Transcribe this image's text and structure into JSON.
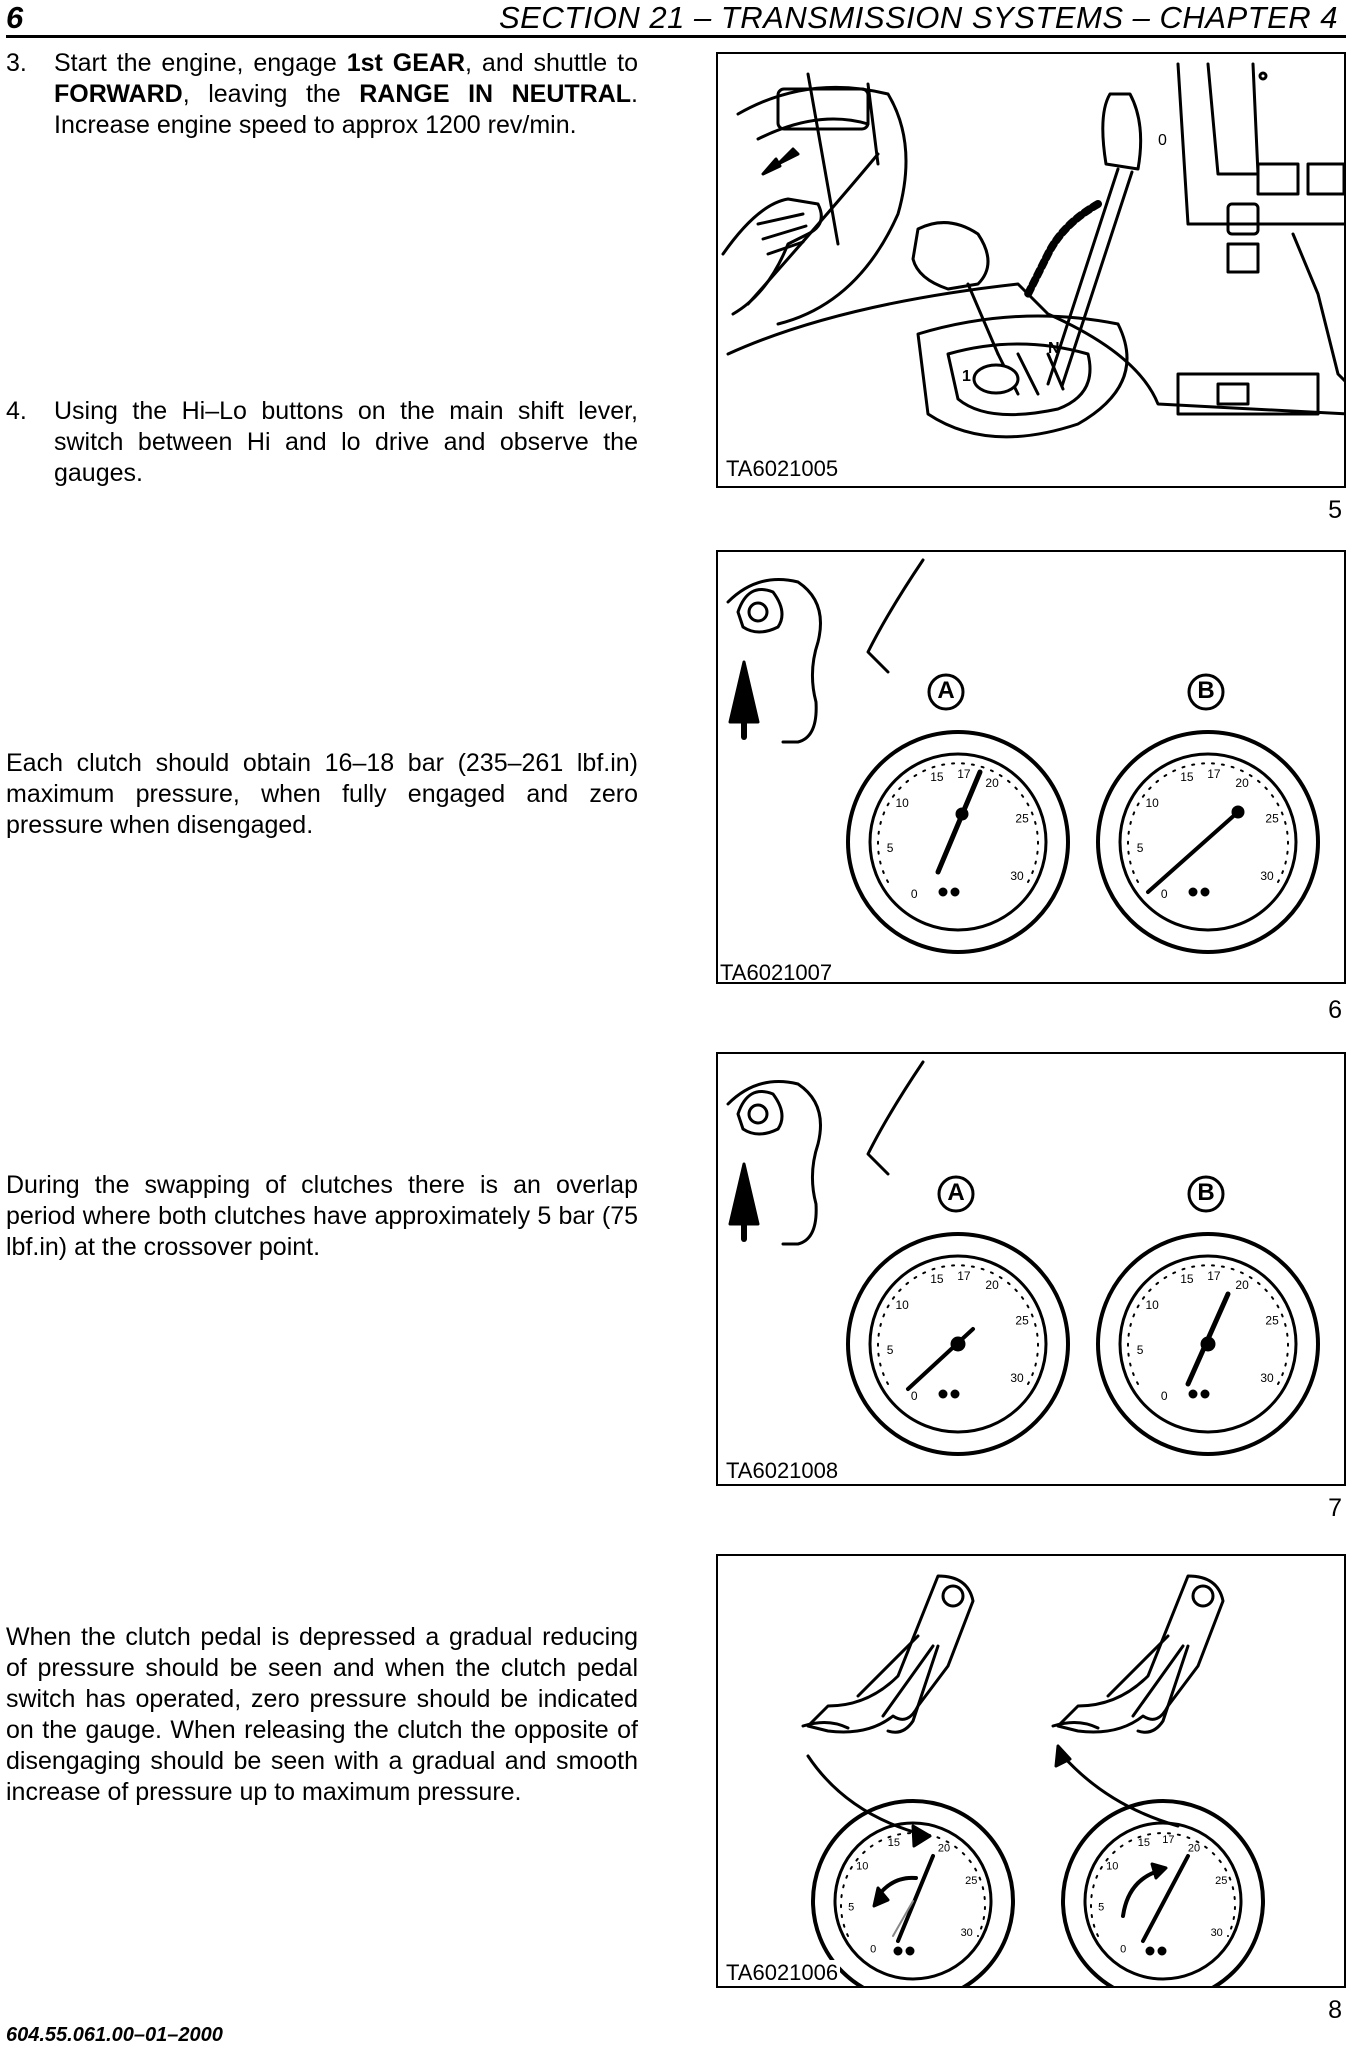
{
  "header": {
    "page_number": "6",
    "title": "SECTION  21 – TRANSMISSION SYSTEMS – CHAPTER 4"
  },
  "step3": {
    "number": "3.",
    "t1": "Start the engine, engage ",
    "b1": "1st GEAR",
    "t2": ", and shuttle to ",
    "b2": "FORWARD",
    "t3": ", leaving the ",
    "b3": "RANGE IN NEUTRAL",
    "t4": ". Increase engine speed to approx 1200 rev/min."
  },
  "step4": {
    "number": "4.",
    "text": "Using the Hi–Lo buttons on the main shift lever, switch between Hi and lo drive and observe the gauges."
  },
  "para_clutch_pressure": "Each clutch should obtain 16–18 bar (235–261 lbf.in) maximum pressure, when fully engaged and zero pressure when disengaged.",
  "para_overlap": "During the swapping of clutches there is an overlap period where both clutches have approximately 5 bar (75 lbf.in) at the crossover point.",
  "para_pedal": "When the clutch pedal is depressed a gradual reducing of pressure should be seen and when the clutch pedal switch has operated, zero pressure should be indicated on the gauge. When releasing the clutch the opposite of disengaging should be seen with a gradual and smooth increase of pressure up to maximum pressure.",
  "figures": [
    {
      "ref": "TA6021005",
      "number": "5",
      "labels": {
        "lever_neutral": "N",
        "gear_first": "1",
        "dial_zero": "0"
      }
    },
    {
      "ref": "TA6021007",
      "number": "6",
      "gauge_a": "A",
      "gauge_b": "B",
      "needle_a_bar": 16,
      "needle_b_bar": 0
    },
    {
      "ref": "TA6021008",
      "number": "7",
      "gauge_a": "A",
      "gauge_b": "B",
      "needle_a_bar": 5,
      "needle_b_bar": 17
    },
    {
      "ref": "TA6021006",
      "number": "8"
    }
  ],
  "gauge_scale": {
    "ticks": [
      "0",
      "5",
      "10",
      "15",
      "17",
      "20",
      "25",
      "30"
    ]
  },
  "footer": {
    "doc_code": "604.55.061.00–01–2000"
  }
}
